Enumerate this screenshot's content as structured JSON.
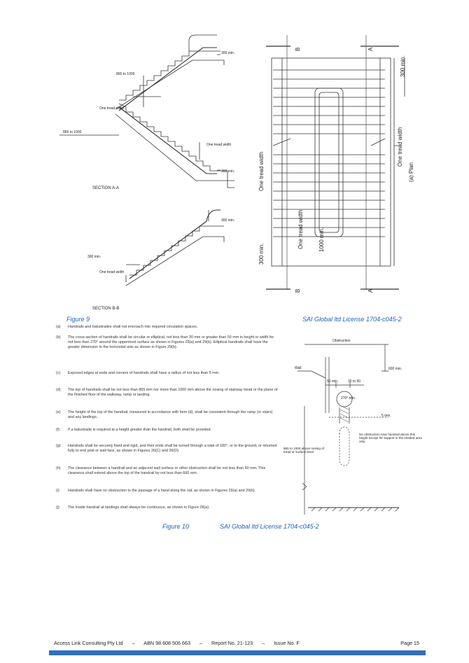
{
  "figure9": {
    "caption": "Figure 9",
    "license": "SAI Global ltd License 1704-c045-2",
    "section_a": {
      "title": "SECTION A-A",
      "label_300": "300 min.",
      "label_865_a": "865 to 1000",
      "label_865_b": "865 to 1000",
      "one_tread_a": "One tread width",
      "one_tread_b": "One tread width",
      "label_300_b": "300 min."
    },
    "section_b": {
      "title": "SECTION B-B",
      "label_300": "300 min.",
      "label_300_b": "300 min.",
      "one_tread": "One tread width"
    },
    "plan": {
      "title": "(a) Plan",
      "marker_b": "B",
      "marker_a": "A",
      "label_300_top": "300 min.",
      "one_tread_right": "One tread width",
      "one_tread_left": "One tread width",
      "label_300_bottom": "300 min.",
      "one_tread_mid": "One tread width",
      "label_1000": "1000 min."
    }
  },
  "clauses": [
    {
      "label": "(a)",
      "text": "Handrails and balustrades shall not encroach into required circulation spaces."
    },
    {
      "label": "(b)",
      "text": "The cross-section of handrails shall be circular or elliptical, not less than 30 mm or greater than 50 mm in height or width for not less than 270° around the uppermost surface as shown in Figures 29(a) and 29(b). Elliptical handrails shall have the greater dimension in the horizontal axis as shown in Figure 29(b)."
    },
    {
      "label": "(c)",
      "text": "Exposed edges at ends and corners of handrails shall have a radius of not less than 5 mm."
    },
    {
      "label": "(d)",
      "text": "The top of handrails shall be not less than 865 mm nor more than 1000 mm above the nosing of stairway tread or the plane of the finished floor of the walkway, ramp or landing."
    },
    {
      "label": "(e)",
      "text": "The height of the top of the handrail, measured in accordance with Item (d), shall be consistent through the ramp (or stairs) and any landings."
    },
    {
      "label": "(f)",
      "text": "If a balustrade is required at a height greater than the handrail, both shall be provided."
    },
    {
      "label": "(g)",
      "text": "Handrails shall be securely fixed and rigid, and their ends shall be turned through a total of 180°, or to the ground, or returned fully to end post or wall face, as shown in Figures 26(C) and 26(D)."
    },
    {
      "label": "(h)",
      "text": "The clearance between a handrail and an adjacent wall surface or other obstruction shall be not less than 50 mm. This clearance shall extend above the top of the handrail by not less than 600 mm."
    },
    {
      "label": "(i)",
      "text": "Handrails shall have no obstruction to the passage of a hand along the rail, as shown in Figures 29(a) and 29(b)."
    },
    {
      "label": "(j)",
      "text": "The inside handrail at landings shall always be continuous, as shown in Figure 28(a)."
    }
  ],
  "figure10": {
    "caption": "Figure 10",
    "license": "SAI Global ltd License 1704-c045-2",
    "obstruction": "Obstruction",
    "wall": "Wall",
    "dim_600": "600 min.",
    "dim_50": "50 min.",
    "dim_30_50": "30 to 50",
    "dim_270": "270° min.",
    "dim_5": "5 min.",
    "height_note": "865 to 1000 above nosing of tread or surface level",
    "no_obstruction_note": "No obstruction near handrail above this height except for support in the shaded area only"
  },
  "footer": {
    "company": "Access Link Consulting Pty Ltd",
    "sep1": "–",
    "abn": "ABN 98 608 506 663",
    "sep2": "–",
    "report": "Report No. 21-123",
    "sep3": "–",
    "issue": "Issue No. F",
    "page": "Page 15"
  },
  "colors": {
    "caption_blue": "#1f5fbf",
    "footer_bar": "#2f6fc0"
  }
}
